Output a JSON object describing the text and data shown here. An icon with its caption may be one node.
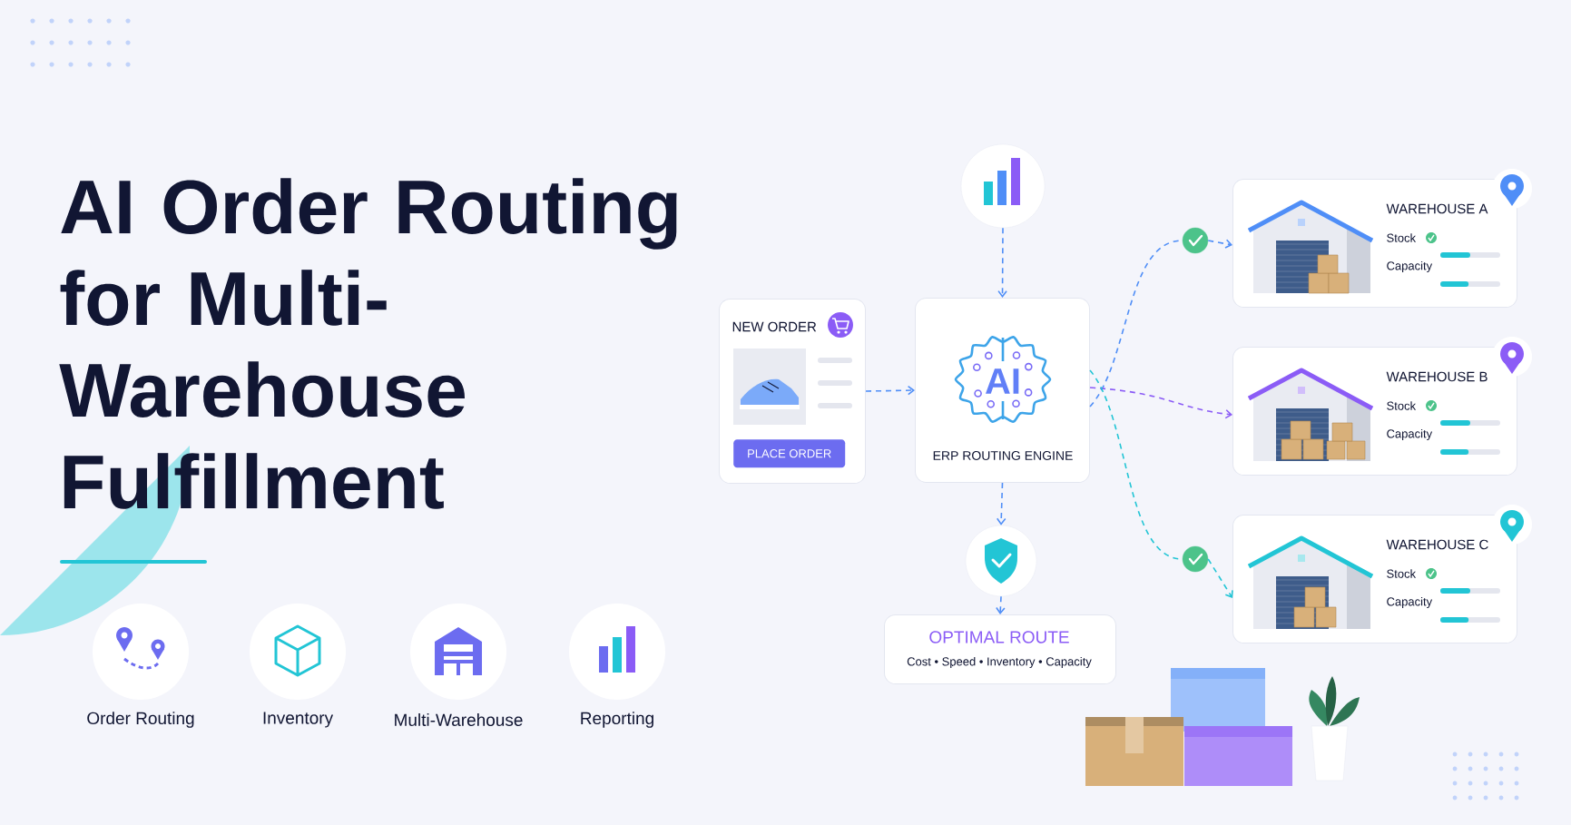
{
  "diagram": {
    "title": "AI Order Routing for Multi-Warehouse Fulfillment",
    "nodes": [
      {
        "text": [],
        "shape": "circle"
      },
      {
        "text": [
          "NEW ORDER",
          "PLACE ORDER"
        ]
      },
      {
        "text": [
          "AI",
          "ERP ROUTING ENGINE"
        ]
      },
      {
        "text": [],
        "shape": "circle"
      },
      {
        "text": [
          "OPTIMAL ROUTE",
          "Cost • Speed • Inventory • Capacity"
        ]
      },
      {
        "text": [],
        "shape": "circle"
      },
      {
        "text": [
          "WAREHOUSE A",
          "Stock",
          "Capacity"
        ]
      },
      {
        "text": [
          "WAREHOUSE B",
          "Stock",
          "Capacity"
        ]
      },
      {
        "text": [],
        "shape": "circle"
      },
      {
        "text": [
          "WAREHOUSE C",
          "Stock",
          "Capacity"
        ]
      }
    ],
    "edges": [
      {
        "from": 0,
        "to": 2,
        "arrow": "to",
        "style": "dashed"
      },
      {
        "from": 1,
        "to": 2,
        "arrow": "to",
        "style": "dashed"
      },
      {
        "from": 2,
        "to": 3,
        "arrow": "to",
        "style": "dashed"
      },
      {
        "from": 3,
        "to": 4,
        "arrow": "to",
        "style": "dashed"
      },
      {
        "from": 2,
        "to": 5,
        "arrow": "none",
        "style": "dashed"
      },
      {
        "from": 5,
        "to": 6,
        "arrow": "to",
        "style": "dashed"
      },
      {
        "from": 2,
        "to": 7,
        "arrow": "to",
        "style": "dashed",
        "color": "#8b5cf6"
      },
      {
        "from": 2,
        "to": 8,
        "arrow": "none",
        "style": "dashed",
        "color": "#22c5d5"
      },
      {
        "from": 8,
        "to": 9,
        "arrow": "to",
        "style": "dashed",
        "color": "#22c5d5"
      }
    ],
    "labels": [
      "Order Routing",
      "Inventory",
      "Multi-Warehouse",
      "Reporting"
    ]
  }
}
